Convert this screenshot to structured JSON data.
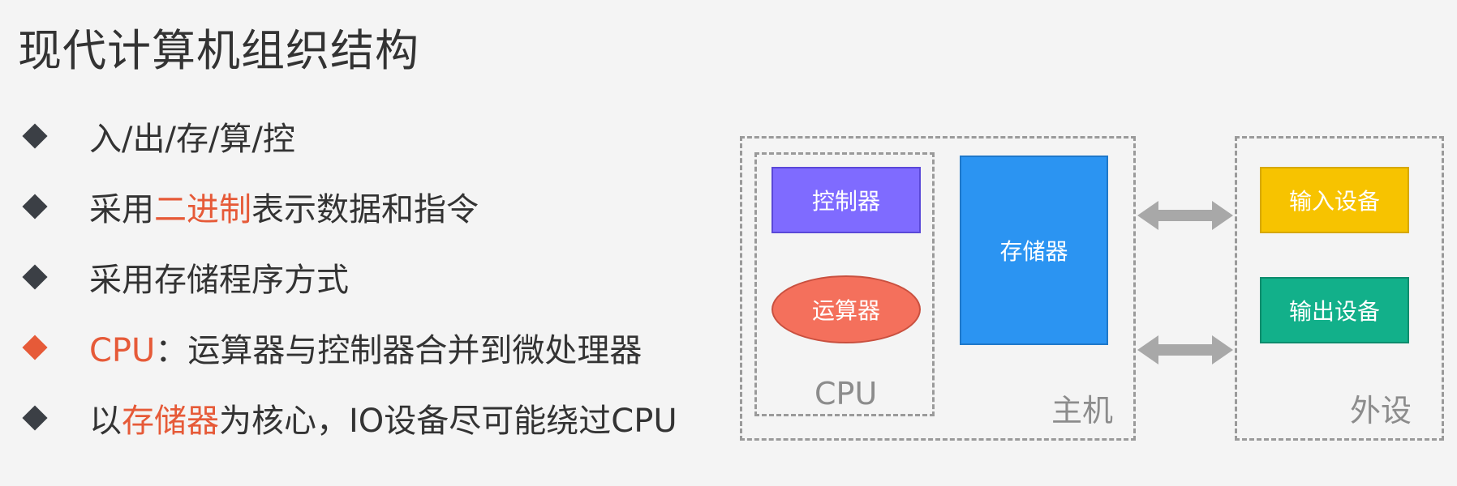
{
  "title": "现代计算机组织结构",
  "bullets": [
    {
      "parts": [
        {
          "text": "入/出/存/算/控",
          "hl": false
        }
      ],
      "marker": "dark"
    },
    {
      "parts": [
        {
          "text": "采用",
          "hl": false
        },
        {
          "text": "二进制",
          "hl": true
        },
        {
          "text": "表示数据和指令",
          "hl": false
        }
      ],
      "marker": "dark"
    },
    {
      "parts": [
        {
          "text": "采用存储程序方式",
          "hl": false
        }
      ],
      "marker": "dark"
    },
    {
      "parts": [
        {
          "text": "CPU",
          "hl": true
        },
        {
          "text": "：运算器与控制器合并到微处理器",
          "hl": false
        }
      ],
      "marker": "red"
    },
    {
      "parts": [
        {
          "text": "以",
          "hl": false
        },
        {
          "text": "存储器",
          "hl": true
        },
        {
          "text": "为核心，IO设备尽可能绕过CPU",
          "hl": false
        }
      ],
      "marker": "dark"
    }
  ],
  "diagram": {
    "controller": "控制器",
    "alu": "运算器",
    "memory": "存储器",
    "cpu_label": "CPU",
    "host_label": "主机",
    "input_device": "输入设备",
    "output_device": "输出设备",
    "peripheral_label": "外设",
    "colors": {
      "controller": "#7f6bff",
      "alu": "#f4705c",
      "memory": "#2b94f2",
      "input": "#f7c300",
      "output": "#12b08a",
      "highlight": "#e65a38",
      "arrow": "#a8a8a8",
      "dashed_border": "#9a9a9a"
    }
  }
}
